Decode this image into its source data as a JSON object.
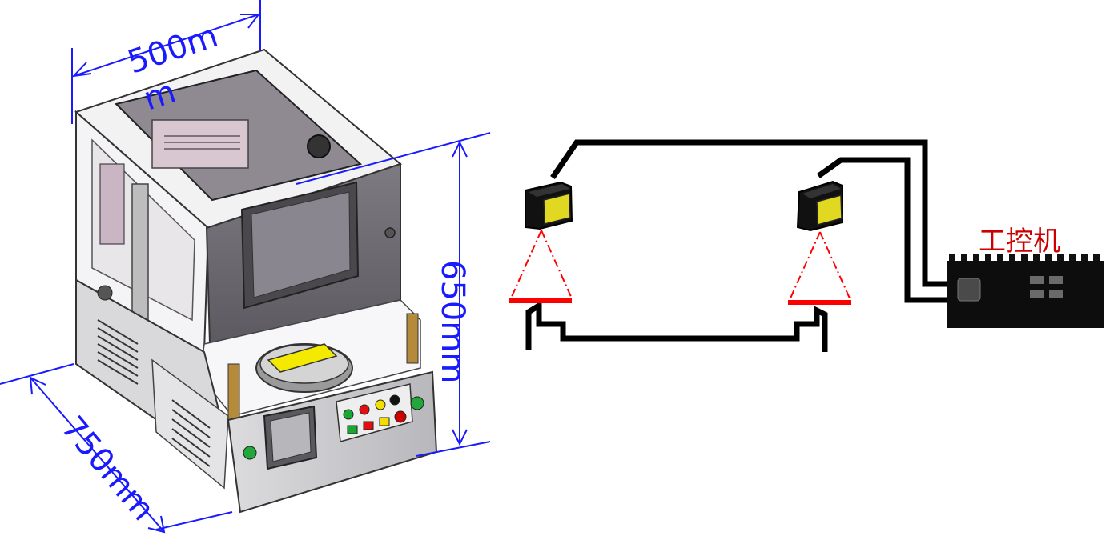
{
  "dimensions": {
    "width_top_line1": "500m",
    "width_top_line2": "m",
    "height": "650mm",
    "depth": "750mm"
  },
  "controller": {
    "label": "工控机"
  },
  "colors": {
    "dimension": "#1a1aff",
    "laser": "#ff0000",
    "sensor_face": "#e1d821",
    "sensor_body": "#111111",
    "cable": "#000000",
    "controller_label": "#cc0000",
    "machine_panel": "#6e6c72"
  }
}
